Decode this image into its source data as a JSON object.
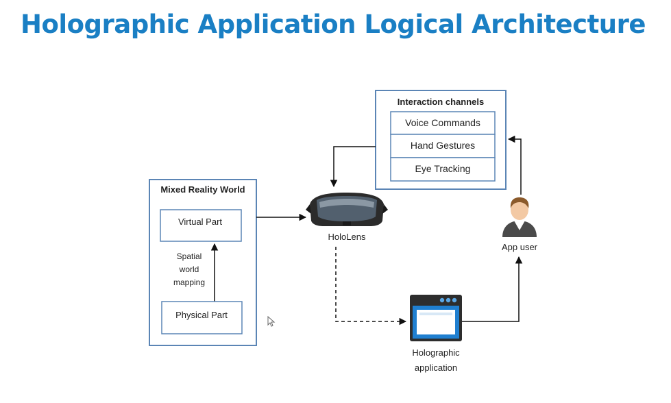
{
  "title": "Holographic Application Logical Architecture",
  "mixed_reality": {
    "heading": "Mixed Reality World",
    "virtual_part": "Virtual Part",
    "spatial_mapping": [
      "Spatial",
      "world",
      "mapping"
    ],
    "physical_part": "Physical Part"
  },
  "interaction": {
    "heading": "Interaction channels",
    "items": [
      "Voice Commands",
      "Hand Gestures",
      "Eye Tracking"
    ]
  },
  "hololens_label": "HoloLens",
  "holographic_app_label": [
    "Holographic",
    "application"
  ],
  "app_user_label": "App user",
  "colors": {
    "title": "#1a7fc4",
    "box_border": "#5b85b5",
    "app_window_blue": "#1f7fd0",
    "user_skin": "#f3c9a4",
    "user_shirt": "#4a4a4a"
  }
}
